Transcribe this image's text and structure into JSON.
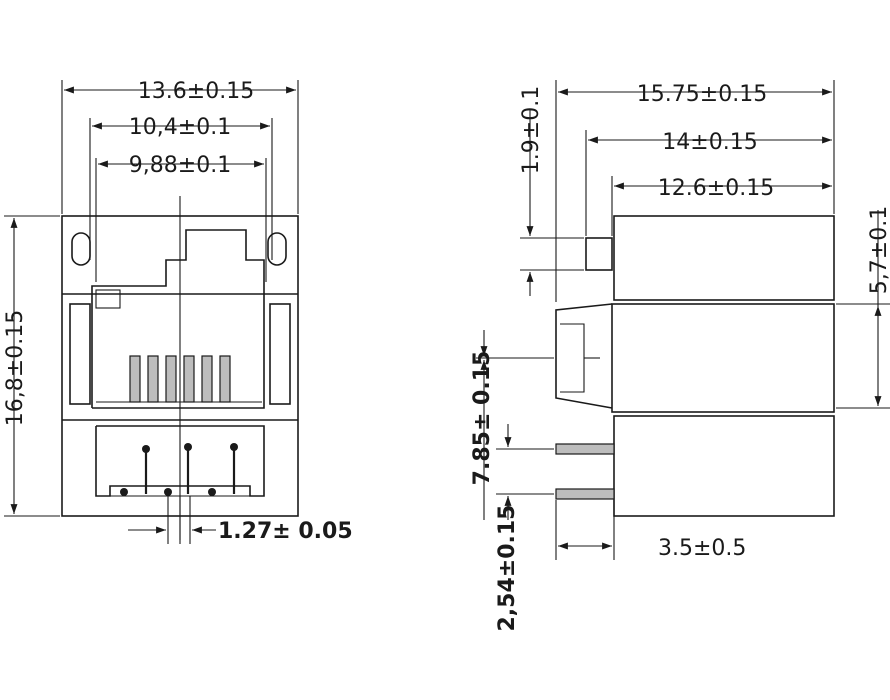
{
  "front_view": {
    "overall_width": "13.6±0.15",
    "mid_width": "10,4±0.1",
    "inner_width": "9,88±0.1",
    "overall_height": "16,8±0.15",
    "pin_pitch": "1.27± 0.05"
  },
  "side_view": {
    "overall_depth": "15.75±0.15",
    "depth_14": "14±0.15",
    "depth_12_6": "12.6±0.15",
    "step_height": "1.9±0.1",
    "top_height": "5,7±0.1",
    "mid_offset": "7.85± 0.15",
    "lead_pitch": "2,54±0.15",
    "lead_length": "3.5±0.5"
  }
}
